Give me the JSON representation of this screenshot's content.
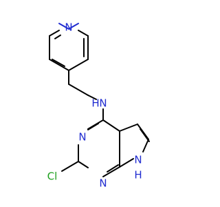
{
  "molecule": {
    "atoms": {
      "pyridine_n": "N",
      "amine_n": "N",
      "amine_h": "H",
      "pyrimidine_n_upper": "N",
      "pyrimidine_n_lower": "N",
      "pyrrole_n": "N",
      "pyrrole_h": "H",
      "chlorine": "Cl"
    },
    "colors": {
      "nitrogen": "#1f2bd0",
      "chlorine": "#1ea01e",
      "carbon_bond": "#000000",
      "background": "#ffffff"
    }
  }
}
